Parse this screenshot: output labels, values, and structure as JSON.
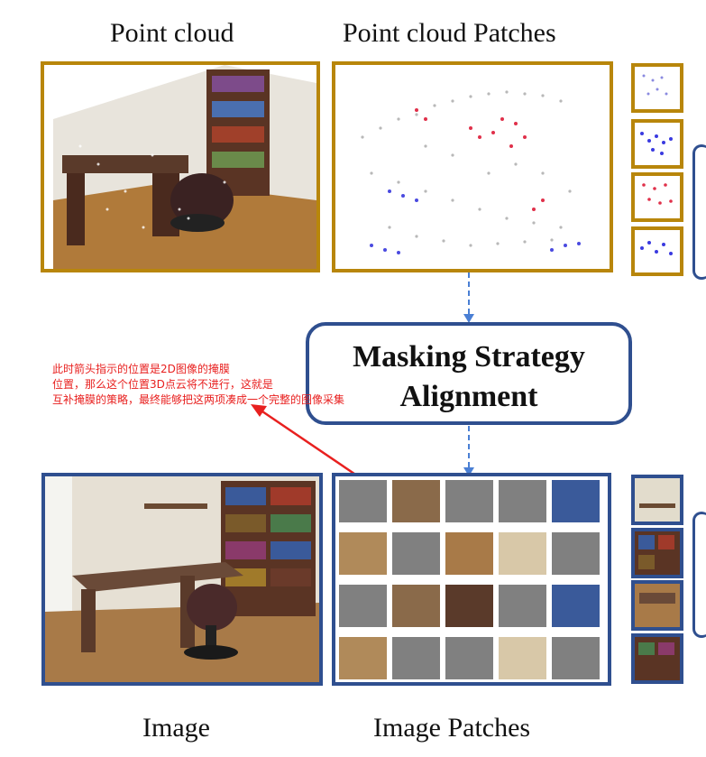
{
  "labels": {
    "point_cloud": "Point cloud",
    "point_cloud_patches": "Point cloud Patches",
    "image": "Image",
    "image_patches": "Image Patches"
  },
  "center_box": {
    "line1": "Masking Strategy",
    "line2": "Alignment"
  },
  "annotation": {
    "line1": "此时箭头指示的位置是2D图像的掩膜",
    "line2": "位置，那么这个位置3D点云将不进行，这就是",
    "line3": "互补掩膜的策略，最终能够把这两项凑成一个完整的图像采集"
  },
  "colors": {
    "gold_frame": "#b8860b",
    "blue_frame": "#2f4f8f",
    "annotation_red": "#e8201f",
    "mask_gray": "#808080",
    "dashed_arrow": "#4a7fd4"
  },
  "image_patch_grid": {
    "rows": 4,
    "cols": 5,
    "masked": [
      [
        true,
        false,
        true,
        true,
        false
      ],
      [
        false,
        true,
        false,
        false,
        true
      ],
      [
        true,
        false,
        false,
        true,
        false
      ],
      [
        false,
        true,
        true,
        false,
        true
      ]
    ]
  }
}
